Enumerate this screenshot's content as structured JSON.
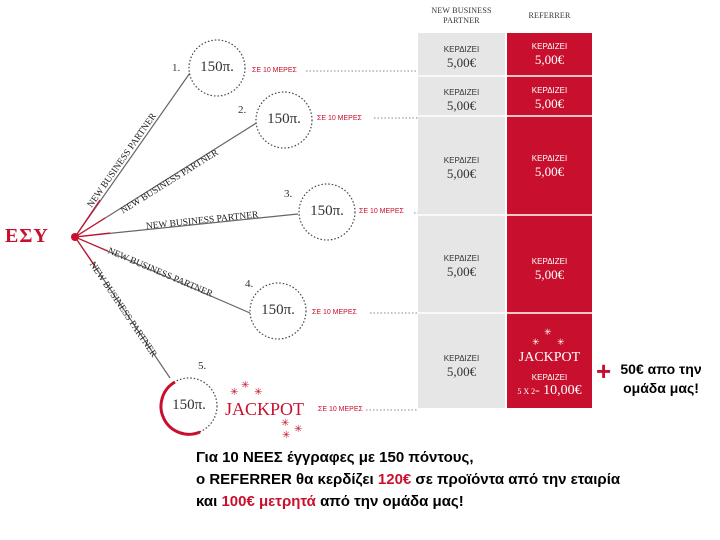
{
  "root_label": "ΕΣΥ",
  "columns": {
    "partner": "NEW BUSINESS PARTNER",
    "referrer": "REFERRER"
  },
  "branch_label": "NEW BUSINESS PARTNER",
  "circle_value": "150π.",
  "days_label": "ΣΕ 10 ΜΕΡΕΣ",
  "rows": [
    {
      "number": "1.",
      "partner": {
        "label": "ΚΕΡΔΙΖΕΙ",
        "amount": "5,00€"
      },
      "referrer": {
        "label": "ΚΕΡΔΙΖΕΙ",
        "amount": "5,00€"
      }
    },
    {
      "number": "2.",
      "partner": {
        "label": "ΚΕΡΔΙΖΕΙ",
        "amount": "5,00€"
      },
      "referrer": {
        "label": "ΚΕΡΔΙΖΕΙ",
        "amount": "5,00€"
      }
    },
    {
      "number": "3.",
      "partner": {
        "label": "ΚΕΡΔΙΖΕΙ",
        "amount": "5,00€"
      },
      "referrer": {
        "label": "ΚΕΡΔΙΖΕΙ",
        "amount": "5,00€"
      }
    },
    {
      "number": "4.",
      "partner": {
        "label": "ΚΕΡΔΙΖΕΙ",
        "amount": "5,00€"
      },
      "referrer": {
        "label": "ΚΕΡΔΙΖΕΙ",
        "amount": "5,00€"
      }
    },
    {
      "number": "5.",
      "partner": {
        "label": "ΚΕΡΔΙΖΕΙ",
        "amount": "5,00€"
      },
      "referrer": {
        "label": "ΚΕΡΔΙΖΕΙ",
        "amount": "10,00€",
        "multiplier": "5 Χ 2="
      }
    }
  ],
  "jackpot": "JACKPOT",
  "bonus": {
    "plus": "+",
    "line1": "50€ απο την",
    "line2": "ομάδα μας!"
  },
  "summary": {
    "line1": "Για 10 ΝΕΕΣ έγγραφες  με 150 πόντους,",
    "line2_a": "ο REFERRER θα κερδίζει ",
    "line2_b": "120€",
    "line2_c": " σε προϊόντα από την εταιρία",
    "line3_a": "και ",
    "line3_b": "100€ μετρητά",
    "line3_c": " από την ομάδα μας!"
  },
  "colors": {
    "accent": "#c8102e",
    "grey_column": "#e6e6e6",
    "line": "#555555"
  }
}
